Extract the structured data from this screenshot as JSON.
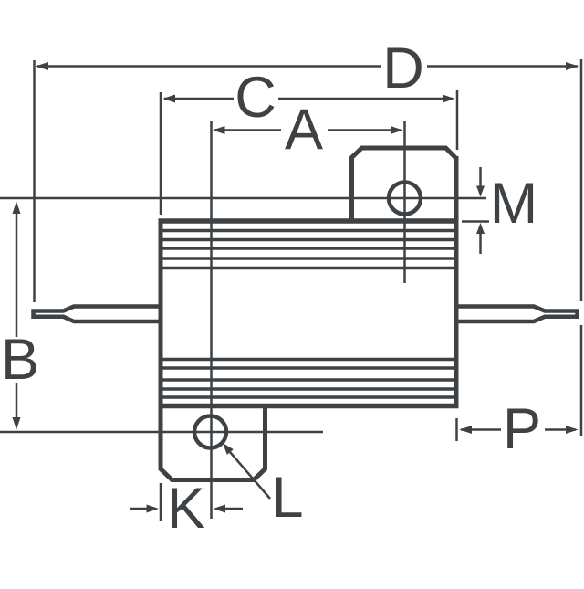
{
  "drawing": {
    "type": "technical-dimension-outline",
    "dimension_labels": {
      "D": "D",
      "C": "C",
      "A": "A",
      "M": "M",
      "B": "B",
      "P": "P",
      "K": "K",
      "L": "L"
    }
  },
  "colors": {
    "line": "#3f4245",
    "background": "#ffffff"
  }
}
